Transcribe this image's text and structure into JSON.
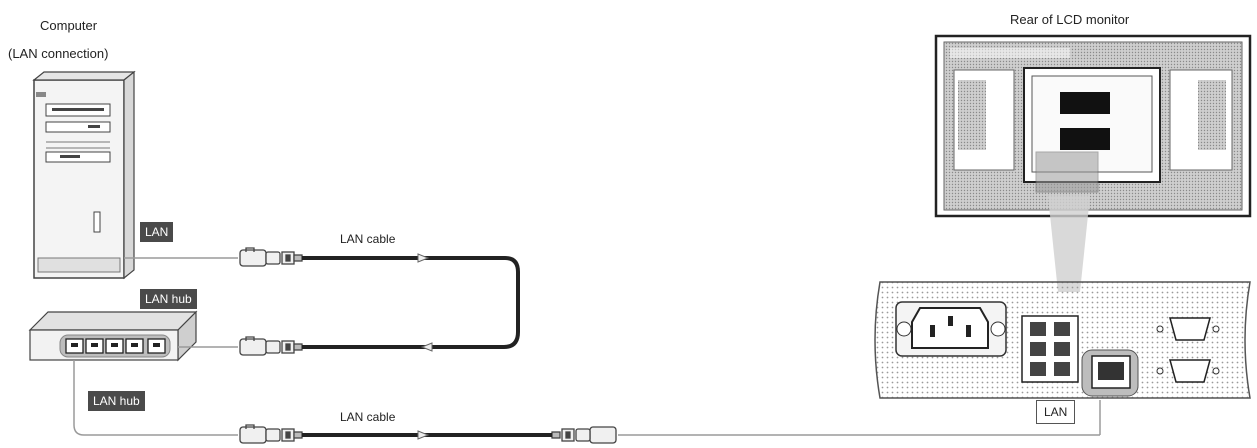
{
  "labels": {
    "computer_title": "Computer",
    "computer_subtitle": "(LAN connection)",
    "monitor_title": "Rear of LCD monitor",
    "lan_port_computer": "LAN",
    "lan_hub_top": "LAN hub",
    "lan_hub_bottom": "LAN hub",
    "cable_top": "LAN cable",
    "cable_bottom": "LAN cable",
    "lan_port_monitor": "LAN"
  },
  "colors": {
    "tag_bg": "#4a4a4a",
    "line": "#222222",
    "light_line": "#aaaaaa",
    "highlight_box": "#bdbdbd"
  },
  "icons": [
    "computer-tower-icon",
    "lan-hub-icon",
    "lan-plug-icon",
    "lcd-monitor-rear-icon",
    "power-inlet-icon",
    "serial-port-icon"
  ]
}
